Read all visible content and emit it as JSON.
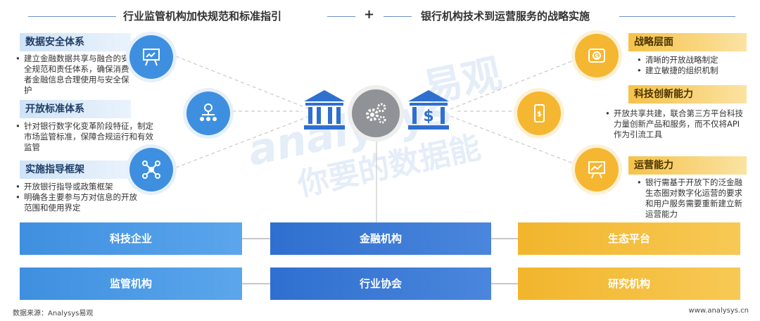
{
  "header": {
    "left_title": "行业监管机构加快规范和标准指引",
    "plus": "+",
    "right_title": "银行机构技术到运营服务的战略实施"
  },
  "left_sections": [
    {
      "label": "数据安全体系",
      "bullets": [
        "建立金融数据共享与融合的安全规范和责任体系，确保消费者金融信息合理使用与安全保护"
      ]
    },
    {
      "label": "开放标准体系",
      "bullets": [
        "针对银行数字化变革阶段特征，制定市场监管标准，保障合规运行和有效监管"
      ]
    },
    {
      "label": "实施指导框架",
      "bullets": [
        "开放银行指导或政策框架",
        "明确各主要参与方对信息的开放范围和使用界定"
      ]
    }
  ],
  "right_sections": [
    {
      "label": "战略层面",
      "bullets": [
        "清晰的开放战略制定",
        "建立敏捷的组织机制"
      ]
    },
    {
      "label": "科技创新能力",
      "bullets": [
        "开放共享共建，联合第三方平台科技力量创新产品和服务，而不仅将API作为引流工具"
      ]
    },
    {
      "label": "运营能力",
      "bullets": [
        "银行需基于开放下的泛金融生态圈对数字化运营的要求和用户服务需要重新建立新运营能力"
      ]
    }
  ],
  "bottom_boxes": {
    "row1": [
      "科技企业",
      "金融机构",
      "生态平台"
    ],
    "row2": [
      "监管机构",
      "行业协会",
      "研究机构"
    ]
  },
  "icons": {
    "left": [
      "presentation-icon",
      "idea-network-icon",
      "network-nodes-icon"
    ],
    "center": [
      "bank-icon",
      "gears-icon",
      "bank-dollar-icon"
    ],
    "right": [
      "money-icon",
      "mobile-payment-icon",
      "chart-board-icon"
    ]
  },
  "colors": {
    "blue": "#3f8fe0",
    "dark_blue": "#2f6fcf",
    "gold": "#f5b731",
    "grey": "#8f9296"
  },
  "watermark": {
    "brand": "易观",
    "latin": "analysys",
    "slogan": "你要的数据能"
  },
  "footer": {
    "source": "数据来源：Analysys易观",
    "url": "www.analysys.cn"
  }
}
